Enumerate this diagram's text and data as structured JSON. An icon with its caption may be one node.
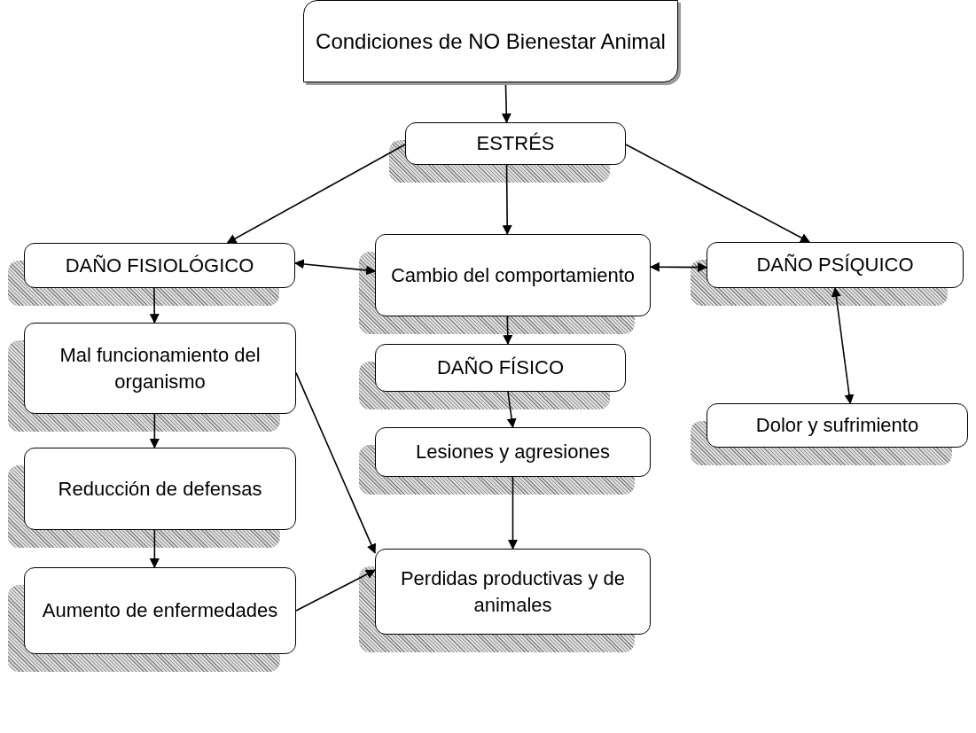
{
  "diagram": {
    "nodes": [
      {
        "text": [
          "Condiciones de NO Bienestar Animal"
        ]
      },
      {
        "text": [
          "ESTRÉS"
        ]
      },
      {
        "text": [
          "DAÑO FISIOLÓGICO"
        ]
      },
      {
        "text": [
          "Cambio del comportamiento"
        ]
      },
      {
        "text": [
          "DAÑO PSÍQUICO"
        ]
      },
      {
        "text": [
          "Mal funcionamiento del organismo"
        ]
      },
      {
        "text": [
          "DAÑO FÍSICO"
        ]
      },
      {
        "text": [
          "Dolor y sufrimiento"
        ]
      },
      {
        "text": [
          "Lesiones y agresiones"
        ]
      },
      {
        "text": [
          "Reducción de defensas"
        ]
      },
      {
        "text": [
          "Perdidas productivas y de animales"
        ]
      },
      {
        "text": [
          "Aumento de enfermedades"
        ]
      }
    ],
    "edges": [
      {
        "from": 0,
        "to": 1,
        "arrow": "to"
      },
      {
        "from": 1,
        "to": 2,
        "arrow": "to"
      },
      {
        "from": 1,
        "to": 3,
        "arrow": "to"
      },
      {
        "from": 1,
        "to": 4,
        "arrow": "to"
      },
      {
        "from": 2,
        "to": 3,
        "arrow": "both"
      },
      {
        "from": 3,
        "to": 4,
        "arrow": "both"
      },
      {
        "from": 2,
        "to": 5,
        "arrow": "to"
      },
      {
        "from": 3,
        "to": 6,
        "arrow": "to"
      },
      {
        "from": 4,
        "to": 7,
        "arrow": "both"
      },
      {
        "from": 5,
        "to": 9,
        "arrow": "to"
      },
      {
        "from": 5,
        "to": 10,
        "arrow": "to"
      },
      {
        "from": 6,
        "to": 8,
        "arrow": "to"
      },
      {
        "from": 8,
        "to": 10,
        "arrow": "to"
      },
      {
        "from": 9,
        "to": 11,
        "arrow": "to"
      },
      {
        "from": 11,
        "to": 10,
        "arrow": "to"
      }
    ]
  }
}
